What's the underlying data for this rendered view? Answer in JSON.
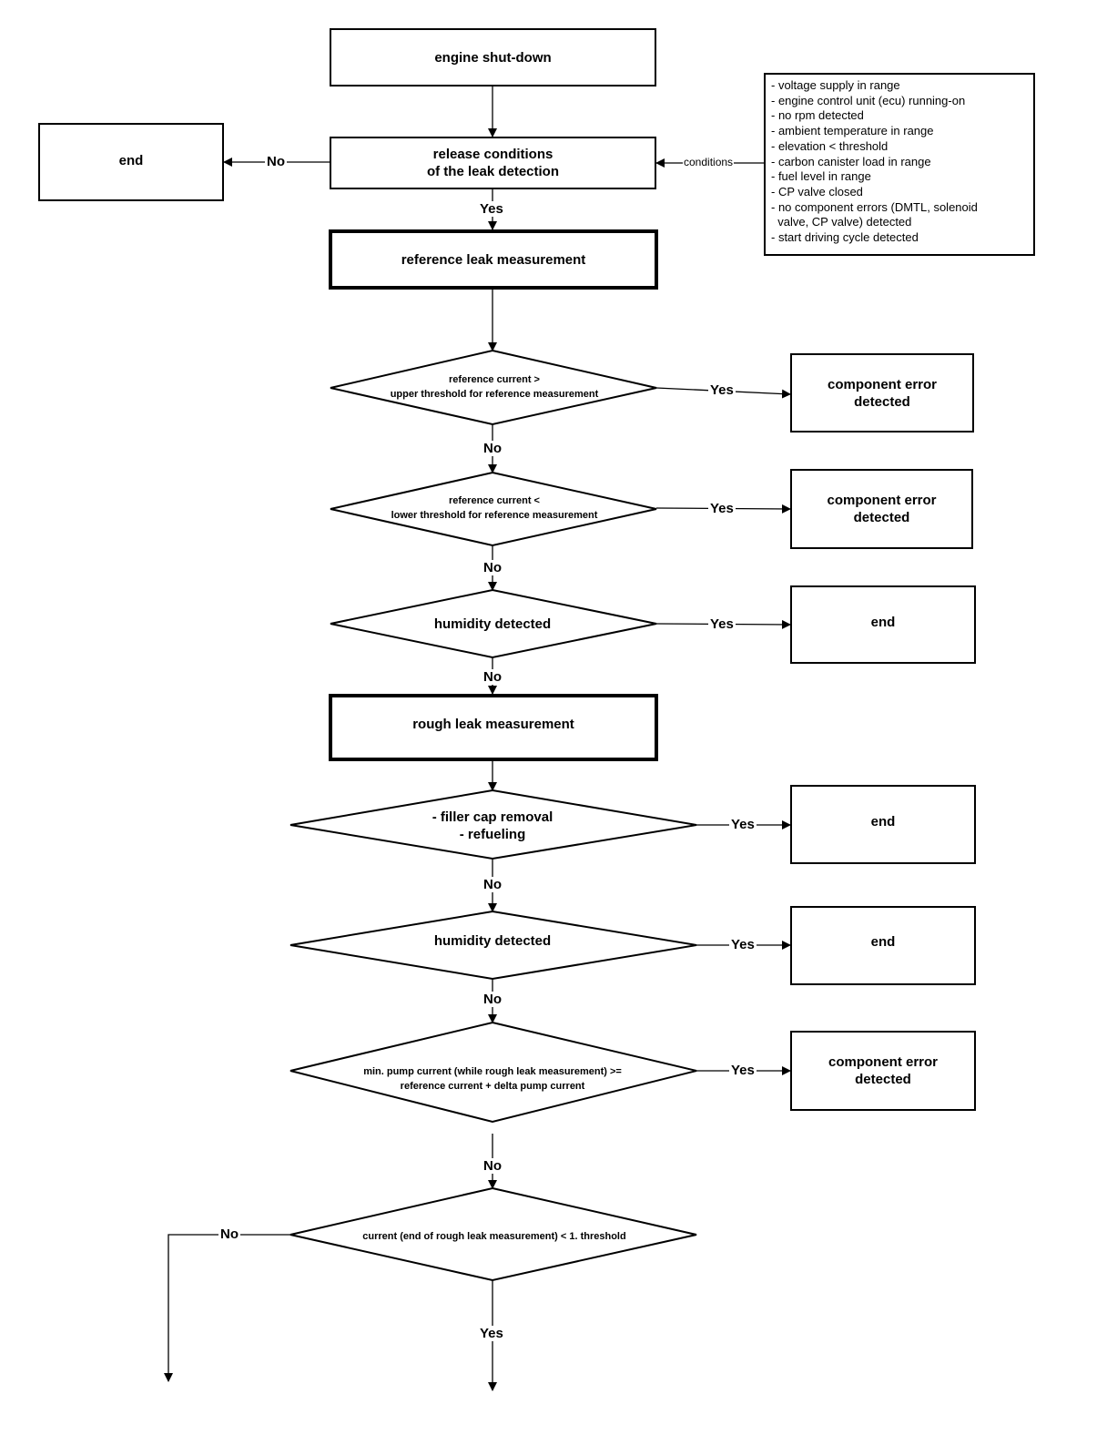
{
  "nodes": {
    "engine_shutdown": "engine shut-down",
    "release_conditions": [
      "release conditions",
      "of the leak detection"
    ],
    "end_left": "end",
    "reference_leak_measurement": "reference leak measurement",
    "decision_ref_upper": [
      "reference current  >",
      "upper threshold for reference measurement"
    ],
    "error_1": [
      "component error",
      "detected"
    ],
    "decision_ref_lower": [
      "reference current  <",
      "lower threshold for reference measurement"
    ],
    "error_2": [
      "component error",
      "detected"
    ],
    "decision_humidity_1": "humidity detected",
    "end_1": "end",
    "rough_leak_measurement": "rough leak measurement",
    "decision_filler_cap": [
      "- filler cap removal",
      "- refueling"
    ],
    "end_2": "end",
    "decision_humidity_2": "humidity detected",
    "end_3": "end",
    "decision_min_pump": [
      "min. pump current (while rough leak measurement)  >=",
      "reference current + delta pump current"
    ],
    "error_3": [
      "component error",
      "detected"
    ],
    "decision_current_end": "current (end of rough leak measurement) < 1. threshold"
  },
  "conditions_label": "conditions",
  "conditions": [
    "- voltage supply in range",
    "- engine control unit (ecu) running-on",
    "- no rpm detected",
    "- ambient temperature in range",
    "- elevation < threshold",
    "- carbon canister load in range",
    "- fuel level in range",
    "- CP valve closed",
    "- no component errors (DMTL, solenoid",
    "  valve, CP valve) detected",
    "- start driving cycle detected"
  ],
  "labels": {
    "yes": "Yes",
    "no": "No"
  }
}
